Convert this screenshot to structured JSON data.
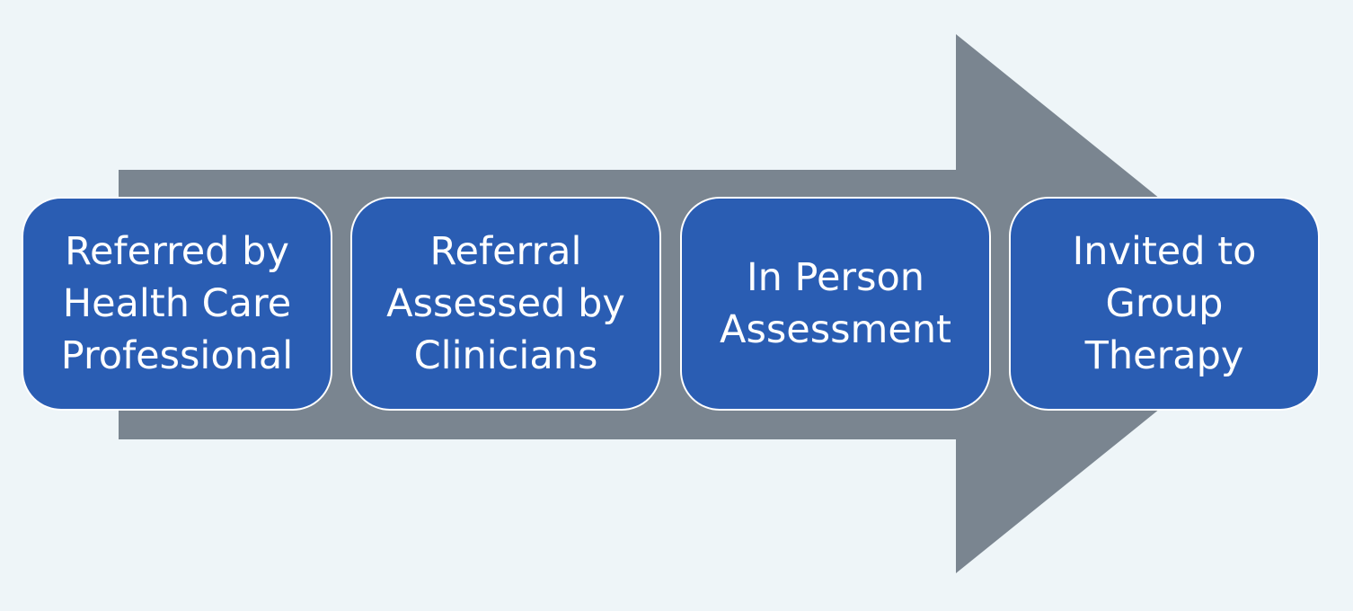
{
  "colors": {
    "background": "#eef5f8",
    "arrow": "#7a8590",
    "box_fill": "#2a5db3",
    "box_border": "#ffffff",
    "text": "#ffffff"
  },
  "steps": [
    {
      "lines": [
        "Referred by",
        "Health Care",
        "Professional"
      ]
    },
    {
      "lines": [
        "Referral",
        "Assessed by",
        "Clinicians"
      ]
    },
    {
      "lines": [
        "In Person",
        "Assessment"
      ]
    },
    {
      "lines": [
        "Invited to",
        "Group",
        "Therapy"
      ]
    }
  ]
}
